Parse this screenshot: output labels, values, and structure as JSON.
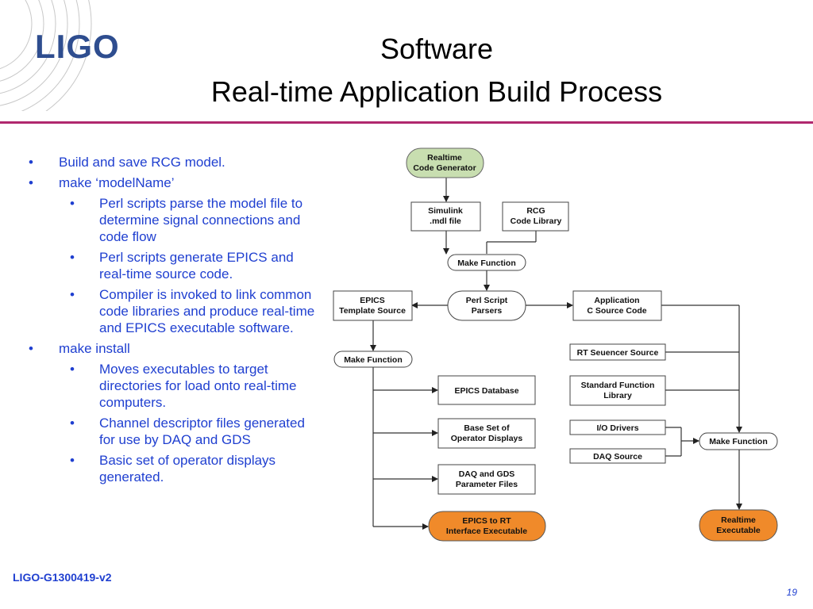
{
  "logo": "LIGO",
  "title": {
    "line1": "Software",
    "line2": "Real-time Application Build Process"
  },
  "bullets": {
    "b1": "Build and save RCG model.",
    "b2": "make ‘modelName’",
    "b2_1": "Perl scripts parse the model file to determine signal connections and code flow",
    "b2_2": "Perl scripts generate EPICS and real-time source code.",
    "b2_3": "Compiler is invoked to link common code libraries and produce real-time and EPICS executable software.",
    "b3": "make install",
    "b3_1": "Moves executables to target directories for load onto real-time computers.",
    "b3_2": "Channel descriptor files generated for use by DAQ and GDS",
    "b3_3": "Basic set of operator displays generated."
  },
  "diagram": {
    "rcg": [
      "Realtime",
      "Code Generator"
    ],
    "simulink": [
      "Simulink",
      ".mdl file"
    ],
    "rcg_lib": [
      "RCG",
      "Code Library"
    ],
    "make_fn_top": "Make Function",
    "perl": [
      "Perl Script",
      "Parsers"
    ],
    "epics_tpl": [
      "EPICS",
      "Template Source"
    ],
    "app_src": [
      "Application",
      "C Source Code"
    ],
    "make_fn_left": "Make Function",
    "rt_seq": "RT Seuencer Source",
    "std_fn": [
      "Standard Function",
      "Library"
    ],
    "epics_db": "EPICS Database",
    "op_disp": [
      "Base Set of",
      "Operator Displays"
    ],
    "io_drv": "I/O Drivers",
    "daq_src": "DAQ Source",
    "make_fn_right": "Make Function",
    "daq_gds": [
      "DAQ and GDS",
      "Parameter Files"
    ],
    "epics_rt": [
      "EPICS to RT",
      "Interface Executable"
    ],
    "rt_exe": [
      "Realtime",
      "Executable"
    ]
  },
  "footer": {
    "doc_id": "LIGO-G1300419-v2",
    "page": "19"
  },
  "colors": {
    "accent_line": "#b0286e",
    "bullet_text": "#1f3fd0",
    "start_node": "#c8deb0",
    "end_node": "#f08a2a"
  }
}
